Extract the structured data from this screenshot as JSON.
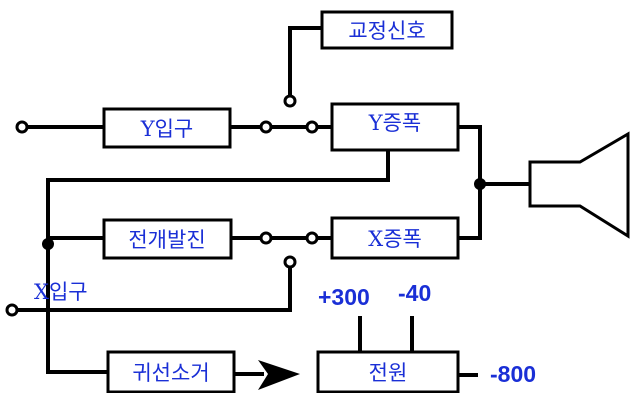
{
  "blocks": {
    "calibration_signal": "교정신호",
    "y_input": "Y입구",
    "y_amplifier": "Y증폭",
    "sweep_oscillator": "전개발진",
    "x_amplifier": "X증폭",
    "retrace_blanking": "귀선소거",
    "power_supply": "전원"
  },
  "labels": {
    "x_input": "X입구",
    "voltage_plus300": "+300",
    "voltage_minus40": "-40",
    "voltage_minus800": "-800"
  }
}
